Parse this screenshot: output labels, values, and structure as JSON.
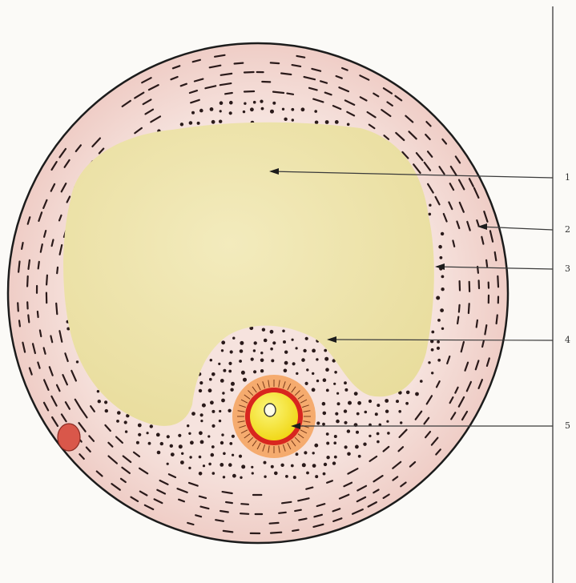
{
  "diagram": {
    "labels": [
      {
        "id": "1",
        "text": "1"
      },
      {
        "id": "2",
        "text": "2"
      },
      {
        "id": "3",
        "text": "3"
      },
      {
        "id": "4",
        "text": "4"
      },
      {
        "id": "5",
        "text": "5"
      }
    ],
    "colors": {
      "background": "#fbfaf7",
      "theca_wall": "#f3d9d4",
      "outline": "#1c1c1c",
      "antrum": "#efe4a6",
      "granulosa_dots": "#2a1a1a",
      "corona": "#f2a25a",
      "zona": "#d8261f",
      "oocyte": "#f2e21a",
      "leader": "#3a3a3a",
      "blood_vessel": "#d9574a"
    },
    "icons": {
      "nucleus": "oocyte-nucleus-icon"
    }
  }
}
